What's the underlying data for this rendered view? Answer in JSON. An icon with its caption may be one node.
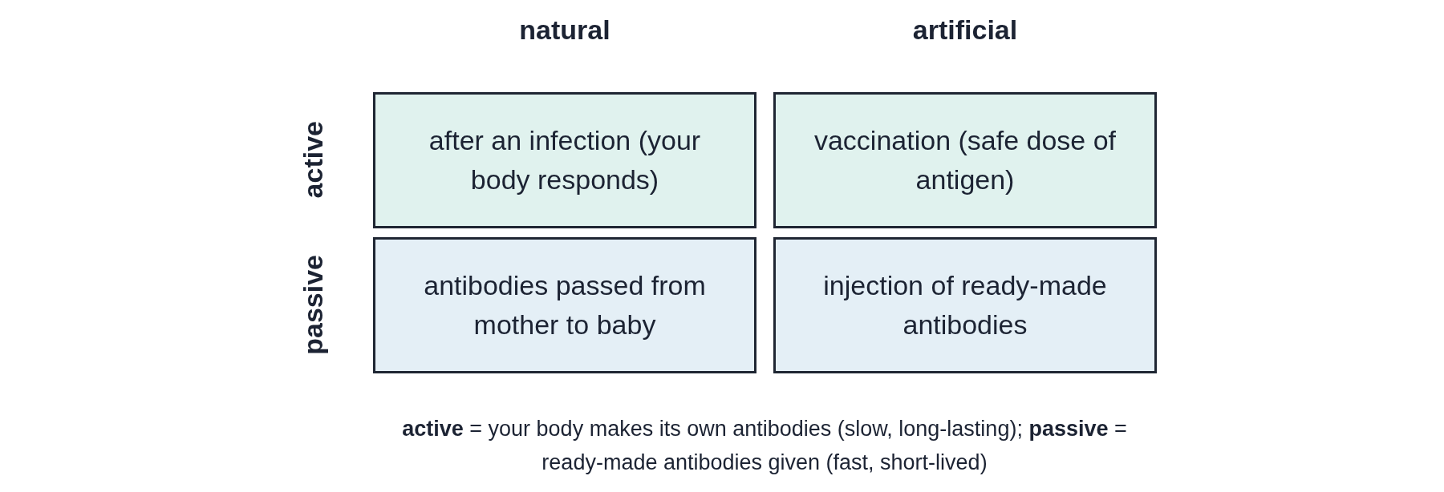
{
  "diagram": {
    "caption": "**active** = your body makes its own antibodies (slow, long-lasting); **passive** = ready-made antibodies given (fast, short-lived)",
    "nodes": [
      {
        "text": [
          "after an infection (your body responds)"
        ]
      },
      {
        "text": [
          "vaccination (safe dose of antigen)"
        ]
      },
      {
        "text": [
          "antibodies passed from mother to baby"
        ]
      },
      {
        "text": [
          "injection of ready-made antibodies"
        ]
      }
    ],
    "labels": [
      "natural",
      "artificial",
      "active",
      "passive"
    ]
  }
}
